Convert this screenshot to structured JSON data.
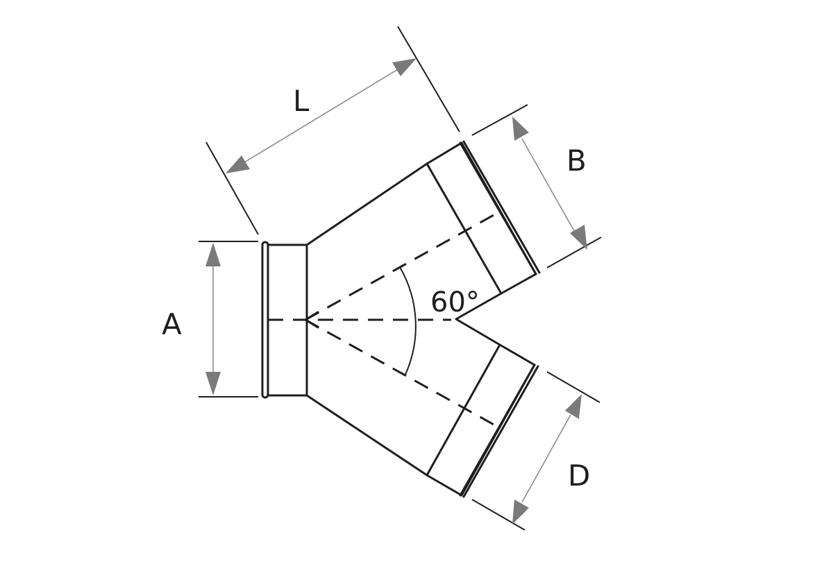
{
  "labels": {
    "length": "L",
    "main_diameter": "A",
    "branch_upper_diameter": "B",
    "branch_lower_diameter": "D",
    "angle": "60°"
  },
  "colors": {
    "line": "#1e1e1e",
    "dimension": "#8a8a8a",
    "arrow": "#7a7a7a",
    "background": "#ffffff"
  }
}
